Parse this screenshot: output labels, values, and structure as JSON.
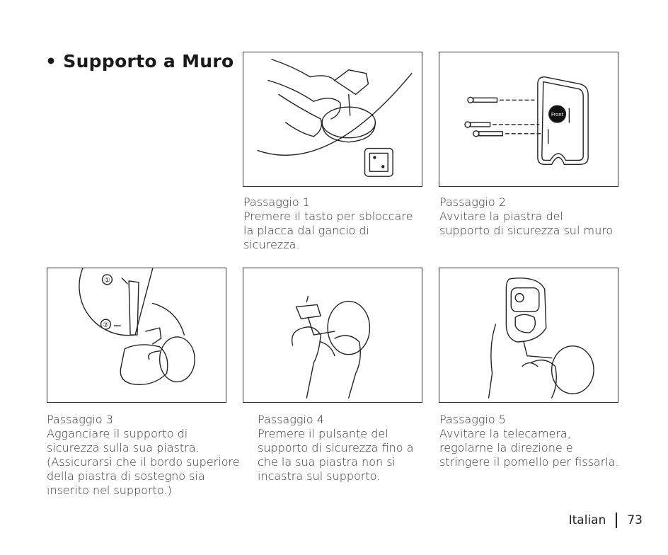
{
  "section_title": "• Supporto a Muro",
  "steps": [
    {
      "heading": "Passaggio 1",
      "lines": [
        "Premere il tasto per sbloccare",
        "la placca dal gancio di",
        "sicurezza."
      ]
    },
    {
      "heading": "Passaggio 2",
      "lines": [
        "Avvitare la piastra del",
        "supporto di sicurezza sul muro"
      ]
    },
    {
      "heading": "Passaggio 3",
      "lines": [
        "Agganciare il supporto di",
        "sicurezza sulla sua piastra.",
        "(Assicurarsi che il bordo superiore",
        "della piastra di sostegno sia",
        "inserito nel supporto.)"
      ]
    },
    {
      "heading": "Passaggio 4",
      "lines": [
        "Premere il pulsante del",
        "supporto di sicurezza fino a",
        "che la sua piastra non si",
        "incastra sul supporto."
      ]
    },
    {
      "heading": "Passaggio 5",
      "lines": [
        "Avvitare la telecamera,",
        "regolarne la direzione e",
        "stringere il pomello per fissarla."
      ]
    }
  ],
  "illustrations": {
    "front_label": "Front",
    "callout_1": "①",
    "callout_2": "②"
  },
  "footer": {
    "language": "Italian",
    "page_number": "73"
  }
}
